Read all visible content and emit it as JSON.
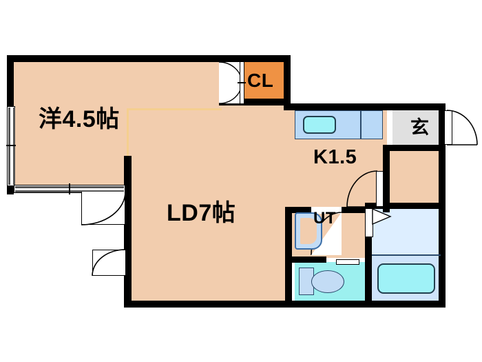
{
  "plan": {
    "type": "floor-plan",
    "unit_layout": "1LDK",
    "colors": {
      "wall": "#000000",
      "floor_room": "#f2cdae",
      "closet": "#ef9244",
      "kitchen_counter": "#b9d9f7",
      "sink_basin": "#9ff2f7",
      "genkan": "#e0e0e0",
      "toilet_floor": "#9cf0ef",
      "bath_floor": "#ddeeff",
      "bathtub": "#9ff2f7",
      "fixture_blue": "#c3dcf5",
      "partition_line": "#f5cf8f",
      "background": "#ffffff"
    },
    "rooms": [
      {
        "id": "washitsu",
        "label": "洋4.5",
        "name": "western-room-4.5-jo"
      },
      {
        "id": "ld",
        "label": "LD7帖",
        "name": "living-dining-7-jo"
      },
      {
        "id": "kitchen",
        "label": "K1.5",
        "name": "kitchen-1.5-jo"
      },
      {
        "id": "closet",
        "label": "CL",
        "name": "closet"
      },
      {
        "id": "genkan",
        "label": "玄",
        "name": "entrance-genkan"
      },
      {
        "id": "utility",
        "label": "UT",
        "name": "utility-room"
      }
    ],
    "labels": {
      "washitsu": "洋4.5帖",
      "ld": "LD7帖",
      "kitchen": "K1.5",
      "closet": "CL",
      "genkan": "玄",
      "utility": "UT"
    },
    "fixtures": [
      {
        "name": "kitchen-sink",
        "room": "kitchen"
      },
      {
        "name": "kitchen-counter",
        "room": "kitchen"
      },
      {
        "name": "washing-machine-pan",
        "room": "utility"
      },
      {
        "name": "toilet-bowl",
        "room": "toilet"
      },
      {
        "name": "toilet-tank",
        "room": "toilet"
      },
      {
        "name": "bathtub",
        "room": "bathroom"
      },
      {
        "name": "wash-basin-area",
        "room": "bathroom"
      }
    ],
    "openings": [
      {
        "name": "entrance-door",
        "type": "swing-door",
        "room": "genkan"
      },
      {
        "name": "genkan-kitchen-door",
        "type": "swing-door",
        "room": "kitchen"
      },
      {
        "name": "closet-double-door",
        "type": "folding-door",
        "room": "closet"
      },
      {
        "name": "bathroom-door",
        "type": "folding-door",
        "room": "bathroom"
      },
      {
        "name": "utility-door",
        "type": "swing-door",
        "room": "utility"
      },
      {
        "name": "ld-entry-door",
        "type": "swing-door",
        "room": "ld"
      },
      {
        "name": "washitsu-door",
        "type": "swing-door",
        "room": "washitsu"
      },
      {
        "name": "west-window",
        "type": "sliding-window",
        "room": "washitsu"
      },
      {
        "name": "south-window",
        "type": "sliding-window",
        "room": "washitsu"
      }
    ]
  }
}
